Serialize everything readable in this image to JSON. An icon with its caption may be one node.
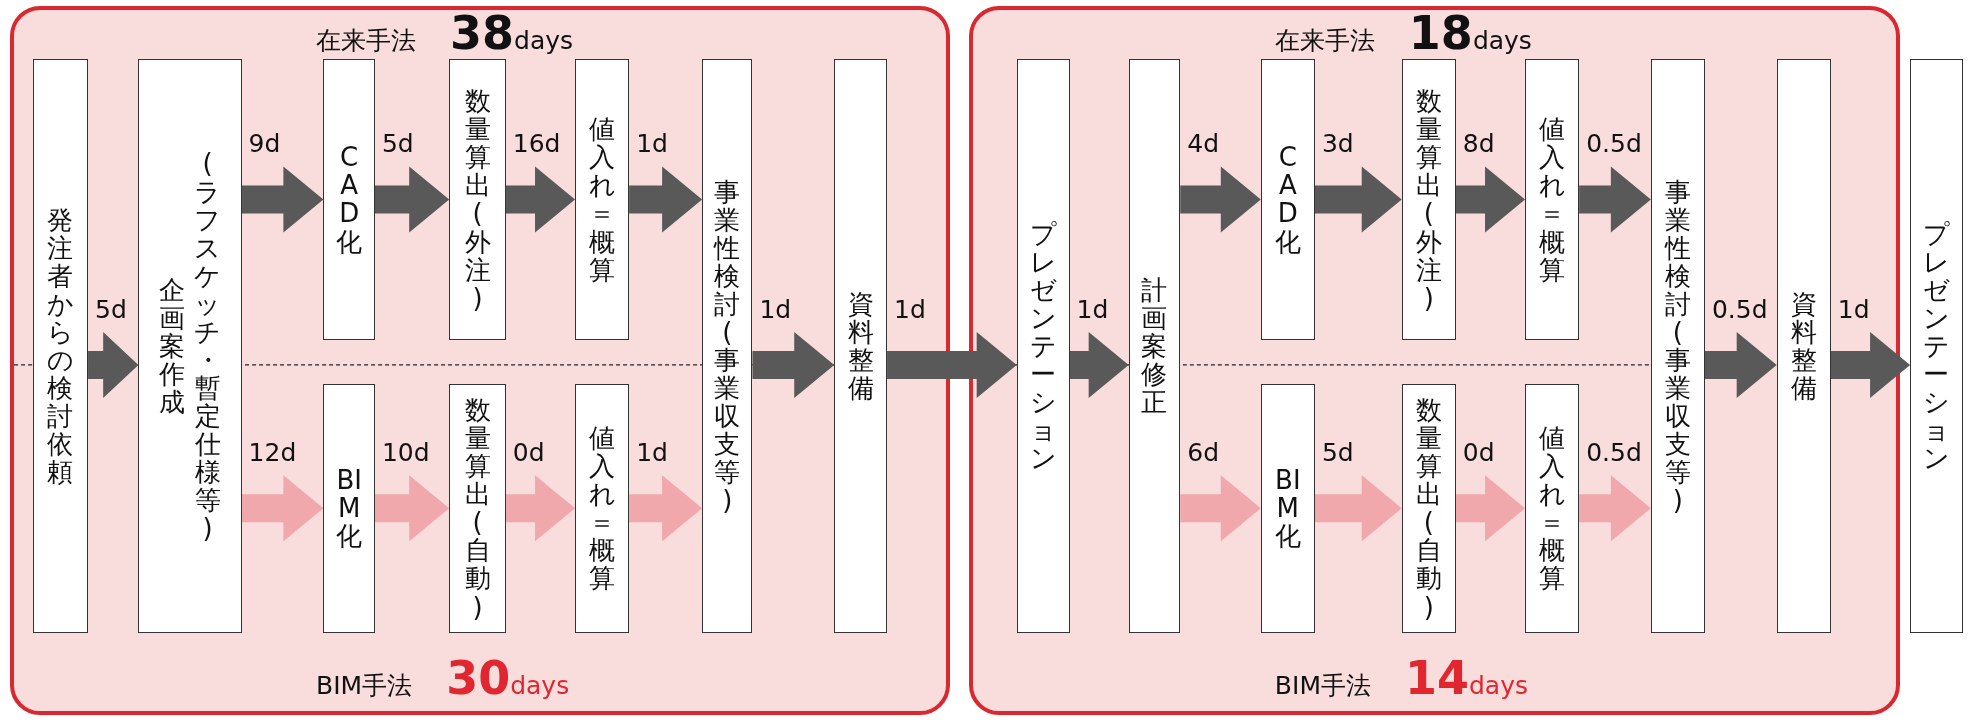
{
  "diagram": {
    "nodes": [
      {
        "text": [
          "在来手法",
          "**38**days",
          "BIM手法",
          "**30**days"
        ]
      },
      {
        "text": [
          "発注者からの検討依頼"
        ],
        "in": 0
      },
      {
        "text": [
          "企画案作成",
          "(ラフスケッチ・暫定仕様等)"
        ],
        "in": 0
      },
      {
        "text": [
          "CAD化"
        ],
        "in": 0
      },
      {
        "text": [
          "数量算出(外注)"
        ],
        "in": 0
      },
      {
        "text": [
          "値入れ＝概算"
        ],
        "in": 0
      },
      {
        "text": [
          "BIM化"
        ],
        "in": 0
      },
      {
        "text": [
          "数量算出(自動)"
        ],
        "in": 0
      },
      {
        "text": [
          "値入れ＝概算"
        ],
        "in": 0
      },
      {
        "text": [
          "事業性検討(事業収支等)"
        ],
        "in": 0
      },
      {
        "text": [
          "資料整備"
        ],
        "in": 0
      },
      {
        "text": [
          "在来手法",
          "**18**days",
          "BIM手法",
          "**14**days"
        ]
      },
      {
        "text": [
          "プレゼンテーション"
        ],
        "in": 11
      },
      {
        "text": [
          "計画案修正"
        ],
        "in": 11
      },
      {
        "text": [
          "CAD化"
        ],
        "in": 11
      },
      {
        "text": [
          "数量算出(外注)"
        ],
        "in": 11
      },
      {
        "text": [
          "値入れ＝概算"
        ],
        "in": 11
      },
      {
        "text": [
          "BIM化"
        ],
        "in": 11
      },
      {
        "text": [
          "数量算出(自動)"
        ],
        "in": 11
      },
      {
        "text": [
          "値入れ＝概算"
        ],
        "in": 11
      },
      {
        "text": [
          "事業性検討(事業収支等)"
        ],
        "in": 11
      },
      {
        "text": [
          "資料整備"
        ],
        "in": 11
      },
      {
        "text": [
          "プレゼンテーション"
        ]
      }
    ],
    "edges": [
      {
        "from": 1,
        "to": 2,
        "arrow": "to",
        "label": "5d"
      },
      {
        "from": 2,
        "to": 3,
        "arrow": "to",
        "label": "9d"
      },
      {
        "from": 3,
        "to": 4,
        "arrow": "to",
        "label": "5d"
      },
      {
        "from": 4,
        "to": 5,
        "arrow": "to",
        "label": "16d"
      },
      {
        "from": 5,
        "to": 9,
        "arrow": "to",
        "label": "1d"
      },
      {
        "from": 2,
        "to": 6,
        "arrow": "to",
        "label": "12d",
        "color": "#f0a8ac"
      },
      {
        "from": 6,
        "to": 7,
        "arrow": "to",
        "label": "10d",
        "color": "#f0a8ac"
      },
      {
        "from": 7,
        "to": 8,
        "arrow": "to",
        "label": "0d",
        "color": "#f0a8ac"
      },
      {
        "from": 8,
        "to": 9,
        "arrow": "to",
        "label": "1d",
        "color": "#f0a8ac"
      },
      {
        "from": 9,
        "to": 10,
        "arrow": "to",
        "label": "1d"
      },
      {
        "from": 10,
        "to": 12,
        "arrow": "to",
        "label": "1d"
      },
      {
        "from": 12,
        "to": 13,
        "arrow": "to",
        "label": "1d"
      },
      {
        "from": 13,
        "to": 14,
        "arrow": "to",
        "label": "4d"
      },
      {
        "from": 14,
        "to": 15,
        "arrow": "to",
        "label": "3d"
      },
      {
        "from": 15,
        "to": 16,
        "arrow": "to",
        "label": "8d"
      },
      {
        "from": 16,
        "to": 20,
        "arrow": "to",
        "label": "0.5d"
      },
      {
        "from": 13,
        "to": 17,
        "arrow": "to",
        "label": "6d",
        "color": "#f0a8ac"
      },
      {
        "from": 17,
        "to": 18,
        "arrow": "to",
        "label": "5d",
        "color": "#f0a8ac"
      },
      {
        "from": 18,
        "to": 19,
        "arrow": "to",
        "label": "0d",
        "color": "#f0a8ac"
      },
      {
        "from": 19,
        "to": 20,
        "arrow": "to",
        "label": "0.5d",
        "color": "#f0a8ac"
      },
      {
        "from": 20,
        "to": 21,
        "arrow": "to",
        "label": "0.5d"
      },
      {
        "from": 21,
        "to": 22,
        "arrow": "to",
        "label": "1d"
      }
    ]
  }
}
